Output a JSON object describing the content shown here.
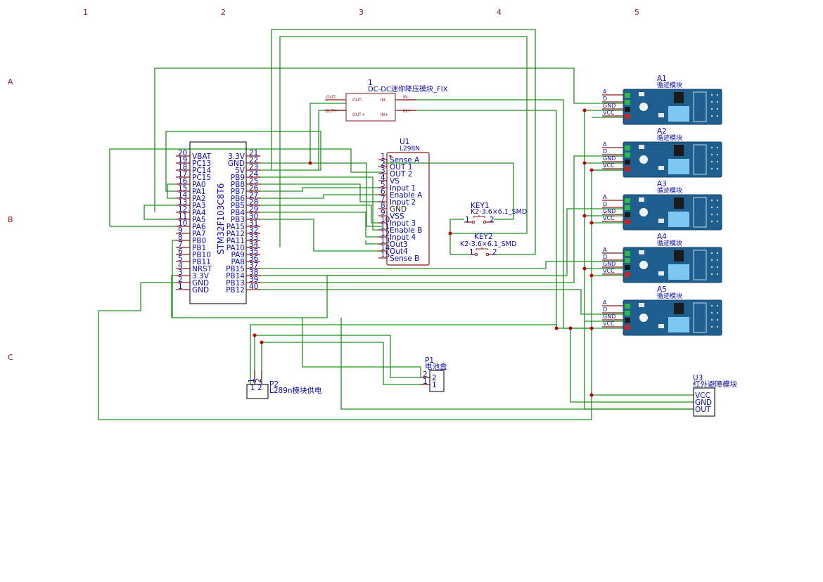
{
  "border": {
    "cols": [
      "1",
      "2",
      "3",
      "4",
      "5"
    ],
    "rows": [
      "A",
      "B",
      "C"
    ]
  },
  "mcu": {
    "name": "STM32F103C8T6",
    "left_pins": [
      {
        "num": "20",
        "name": "VBAT"
      },
      {
        "num": "19",
        "name": "PC13"
      },
      {
        "num": "18",
        "name": "PC14"
      },
      {
        "num": "17",
        "name": "PC15"
      },
      {
        "num": "16",
        "name": "PA0"
      },
      {
        "num": "15",
        "name": "PA1"
      },
      {
        "num": "14",
        "name": "PA2"
      },
      {
        "num": "13",
        "name": "PA3"
      },
      {
        "num": "12",
        "name": "PA4"
      },
      {
        "num": "11",
        "name": "PA5"
      },
      {
        "num": "10",
        "name": "PA6"
      },
      {
        "num": "9",
        "name": "PA7"
      },
      {
        "num": "8",
        "name": "PB0"
      },
      {
        "num": "7",
        "name": "PB1"
      },
      {
        "num": "6",
        "name": "PB10"
      },
      {
        "num": "5",
        "name": "PB11"
      },
      {
        "num": "4",
        "name": "NRST"
      },
      {
        "num": "3",
        "name": "3.3V"
      },
      {
        "num": "2",
        "name": "GND"
      },
      {
        "num": "1",
        "name": "GND"
      }
    ],
    "right_pins": [
      {
        "num": "21",
        "name": "3.3V"
      },
      {
        "num": "22",
        "name": "GND"
      },
      {
        "num": "23",
        "name": "5V"
      },
      {
        "num": "24",
        "name": "PB9"
      },
      {
        "num": "25",
        "name": "PB8"
      },
      {
        "num": "26",
        "name": "PB7"
      },
      {
        "num": "27",
        "name": "PB6"
      },
      {
        "num": "28",
        "name": "PB5"
      },
      {
        "num": "29",
        "name": "PB4"
      },
      {
        "num": "30",
        "name": "PB3"
      },
      {
        "num": "31",
        "name": "PA15"
      },
      {
        "num": "32",
        "name": "PA12"
      },
      {
        "num": "33",
        "name": "PA11"
      },
      {
        "num": "34",
        "name": "PA10"
      },
      {
        "num": "35",
        "name": "PA9"
      },
      {
        "num": "36",
        "name": "PA8"
      },
      {
        "num": "37",
        "name": "PB15"
      },
      {
        "num": "38",
        "name": "PB14"
      },
      {
        "num": "39",
        "name": "PB13"
      },
      {
        "num": "40",
        "name": "PB12"
      }
    ]
  },
  "l298": {
    "ref": "U1",
    "value": "L298N",
    "pins": [
      {
        "num": "1",
        "name": "Sense A"
      },
      {
        "num": "2",
        "name": "OUT 1"
      },
      {
        "num": "3",
        "name": "OUT 2"
      },
      {
        "num": "4",
        "name": "VS"
      },
      {
        "num": "5",
        "name": "Input 1"
      },
      {
        "num": "6",
        "name": "Enable A"
      },
      {
        "num": "7",
        "name": "Input 2"
      },
      {
        "num": "8",
        "name": "GND"
      },
      {
        "num": "9",
        "name": "VSS"
      },
      {
        "num": "10",
        "name": "Input 3"
      },
      {
        "num": "11",
        "name": "Enable B"
      },
      {
        "num": "12",
        "name": "Input 4"
      },
      {
        "num": "13",
        "name": "Out3"
      },
      {
        "num": "14",
        "name": "Out4"
      },
      {
        "num": "15",
        "name": "Sense B"
      }
    ]
  },
  "dcdc": {
    "ref": "1",
    "value": "DC-DC迷你降压模块_FIX",
    "pins": {
      "out_minus": "OUT-",
      "out_plus": "OUT+",
      "in_minus": "IN-",
      "in_plus": "IN+"
    }
  },
  "keys": [
    {
      "ref": "KEY1",
      "value": "K2-3.6×6.1_SMD",
      "p1": "1",
      "p2": "2"
    },
    {
      "ref": "KEY2",
      "value": "K2-3.6×6.1_SMD",
      "p1": "1",
      "p2": "2"
    }
  ],
  "sensors": [
    {
      "ref": "A1",
      "value": "循迹模块",
      "pins": [
        "A",
        "D",
        "GND",
        "VCC"
      ]
    },
    {
      "ref": "A2",
      "value": "循迹模块",
      "pins": [
        "A",
        "D",
        "GND",
        "VCC"
      ]
    },
    {
      "ref": "A3",
      "value": "循迹模块",
      "pins": [
        "A",
        "D",
        "GND",
        "VCC"
      ]
    },
    {
      "ref": "A4",
      "value": "循迹模块",
      "pins": [
        "A",
        "D",
        "GND",
        "VCC"
      ]
    },
    {
      "ref": "A5",
      "value": "循迹模块",
      "pins": [
        "A",
        "D",
        "GND",
        "VCC"
      ]
    }
  ],
  "p1": {
    "ref": "P1",
    "value": "电池盒",
    "pins": [
      "2",
      "1"
    ]
  },
  "p2": {
    "ref": "P2",
    "value": "L289n模块供电",
    "pins": [
      "1",
      "2"
    ]
  },
  "u3": {
    "ref": "U3",
    "value": "红外避障模块",
    "pins": [
      "VCC",
      "GND",
      "OUT"
    ]
  },
  "colors": {
    "wire": "#1f8f1f",
    "junction": "#c00000",
    "pin": "#8b1a1a",
    "text": "#0a0ab0",
    "pcb": "#1e5f8f"
  }
}
